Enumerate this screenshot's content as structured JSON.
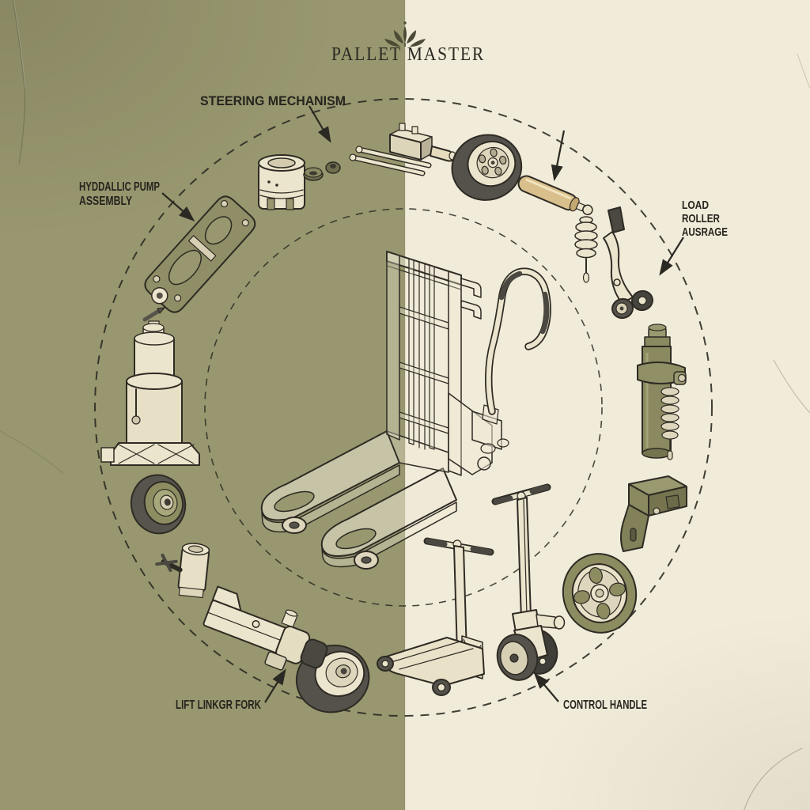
{
  "title": {
    "text": "PALLET MASTER"
  },
  "ornament": {
    "icon": "leaf-sprig-icon",
    "color": "#4c4b36"
  },
  "background": {
    "left_color": "#98976F",
    "right_color": "#F1EBD9",
    "ink_color": "#2B2822"
  },
  "labels": {
    "steering_mechanism": {
      "text": "STEERING MECHANISM"
    },
    "hydraulic_pump": {
      "line1": "HYDDALLIC PUMP",
      "line2": "ASSEMBLY"
    },
    "load_roller": {
      "line1": "LOAD",
      "line2": "ROLLER",
      "line3": "AUSRAGE"
    },
    "lift_linkage": {
      "text": "LIFT LINKGR FORK"
    },
    "control_handle": {
      "text": "CONTROL HANDLE"
    }
  },
  "diagram": {
    "center_illustration": "pallet-stacker-line-art",
    "rings": [
      {
        "size": "outer",
        "style": "dashed"
      },
      {
        "size": "inner",
        "style": "dashed"
      }
    ],
    "parts": [
      "piston",
      "seal-rings",
      "steering-assembly",
      "spoked-wheel",
      "cylinder-pin",
      "coil-spring",
      "roller-lever",
      "hydraulic-cylinder",
      "pump-bracket",
      "load-wheel",
      "caster-handle-assembly",
      "floor-jack-handle-assembly",
      "fork-wheel",
      "lift-cylinder",
      "release-valve",
      "roller-wheel",
      "bottle-jack",
      "linkage-frame"
    ],
    "callouts": [
      {
        "label": "steering_mechanism",
        "target": "seal-rings"
      },
      {
        "label": "hydraulic_pump",
        "target": "linkage-frame"
      },
      {
        "label": "load_roller",
        "target": "roller-lever"
      },
      {
        "label": "lift_linkage",
        "target": "lift-cylinder"
      },
      {
        "label": "control_handle",
        "target": "caster-handle-assembly"
      },
      {
        "label": "",
        "target": "cylinder-pin"
      }
    ]
  }
}
